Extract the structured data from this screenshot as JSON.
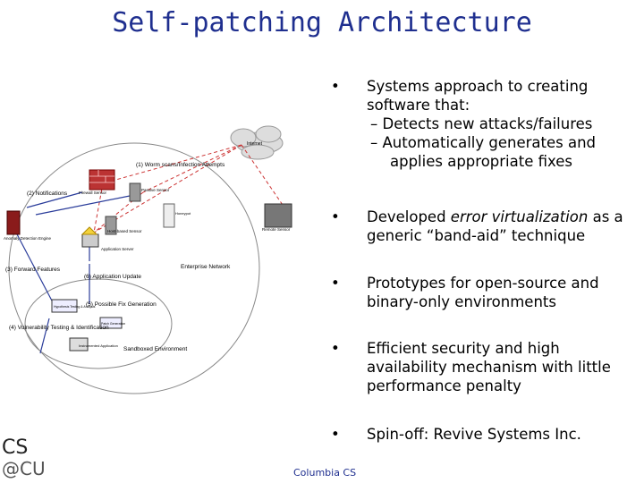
{
  "title": "Self-patching Architecture",
  "diagram": {
    "internet": "Internet",
    "worm_scans": "(1) Worm scans/Infection Attempts",
    "notifications": "(2) Notifications",
    "firewall_sensor": "Firewall Sensor",
    "passive_sensor": "Passive Sensor",
    "sensor_small": "Honeypot",
    "remote_sensor": "Remote Sensor",
    "anomaly_engine": "Anomaly Detection Engine",
    "host_sensor": "Host-based Sensor",
    "application_server": "Application Server",
    "forward_features": "(3) Forward Features",
    "application_update": "(6) Application Update",
    "enterprise_network": "Enterprise Network",
    "hypothesis_testing": "Hypothesis Testing & Analysis",
    "possible_fix": "(5) Possible Fix Generation",
    "patch_generation": "Patch Generation",
    "vulnerability_testing": "(4) Vulnerability Testing & Identification",
    "instrumented_application": "Instrumented Application",
    "sandboxed_environment": "Sandboxed Environment"
  },
  "bullets": {
    "b1_main": "Systems approach to creating software that:",
    "b1_sub1": "– Detects new attacks/failures",
    "b1_sub2": "– Automatically generates and applies appropriate fixes",
    "b2_pre": "Developed ",
    "b2_em": "error virtualization",
    "b2_post": " as a generic “band-aid” technique",
    "b3": "Prototypes for open-source and binary-only environments",
    "b4": "Efficient security and high availability mechanism with little performance penalty",
    "b5": "Spin-off: Revive Systems Inc.",
    "dot": "•"
  },
  "footer": "Columbia CS",
  "logo": {
    "line1": "CS",
    "line2": "@CU"
  }
}
